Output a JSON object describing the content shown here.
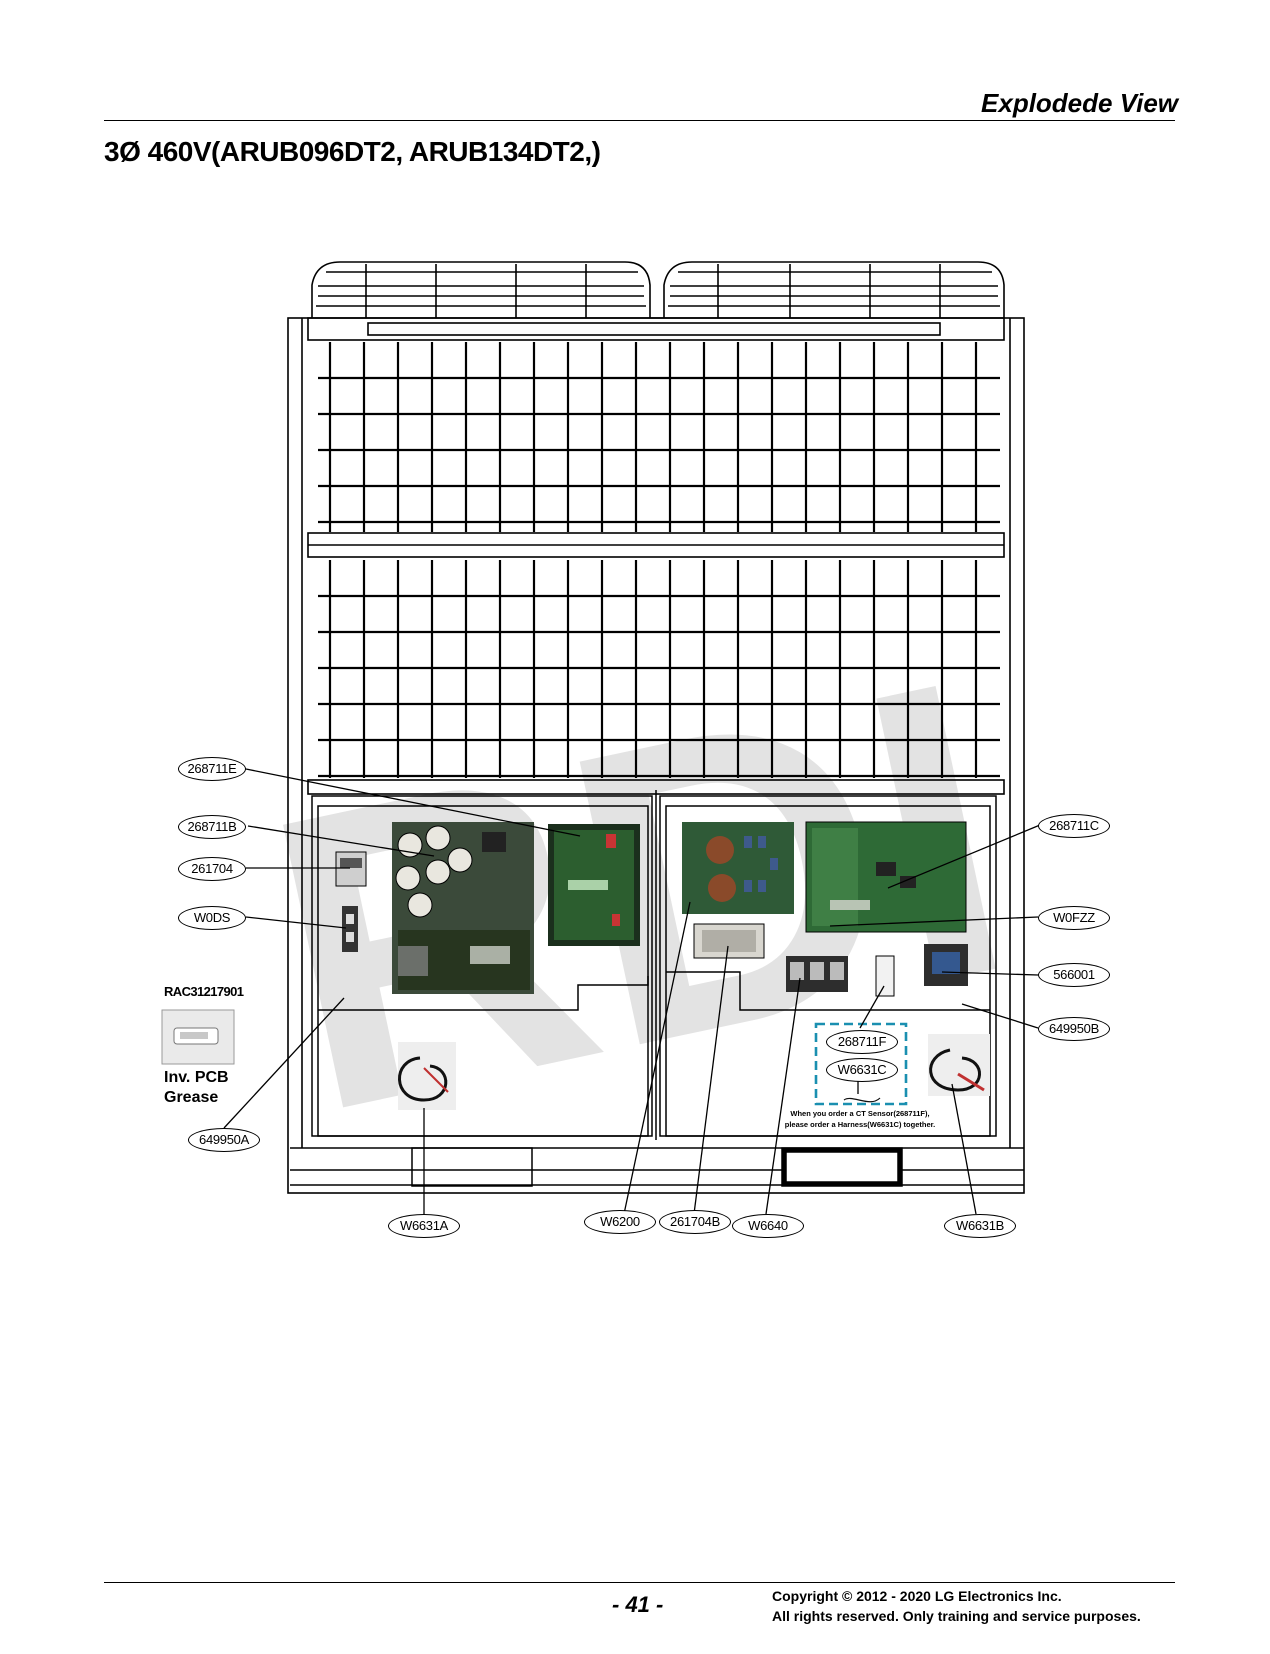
{
  "header": {
    "section_title": "Explodede View"
  },
  "page_heading": "3Ø 460V(ARUB096DT2, ARUB134DT2,)",
  "diagram": {
    "watermark": "RDI",
    "callouts": {
      "c_268711E": "268711E",
      "c_268711B": "268711B",
      "c_261704": "261704",
      "c_W0DS": "W0DS",
      "c_649950A": "649950A",
      "c_W6631A": "W6631A",
      "c_W6200": "W6200",
      "c_261704B": "261704B",
      "c_W6640": "W6640",
      "c_W6631B": "W6631B",
      "c_268711C": "268711C",
      "c_W0FZZ": "W0FZZ",
      "c_566001": "566001",
      "c_649950B": "649950B",
      "c_268711F": "268711F",
      "c_W6631C": "W6631C"
    },
    "grease_part_no": "RAC31217901",
    "grease_label_line1": "Inv. PCB",
    "grease_label_line2": "Grease",
    "ct_note_line1": "When you order a CT Sensor(268711F),",
    "ct_note_line2": "please order a Harness(W6631C) together."
  },
  "footer": {
    "page_number": "- 41 -",
    "copyright_line1": "Copyright © 2012 - 2020 LG Electronics Inc.",
    "copyright_line2": "All rights reserved. Only training and service purposes."
  }
}
